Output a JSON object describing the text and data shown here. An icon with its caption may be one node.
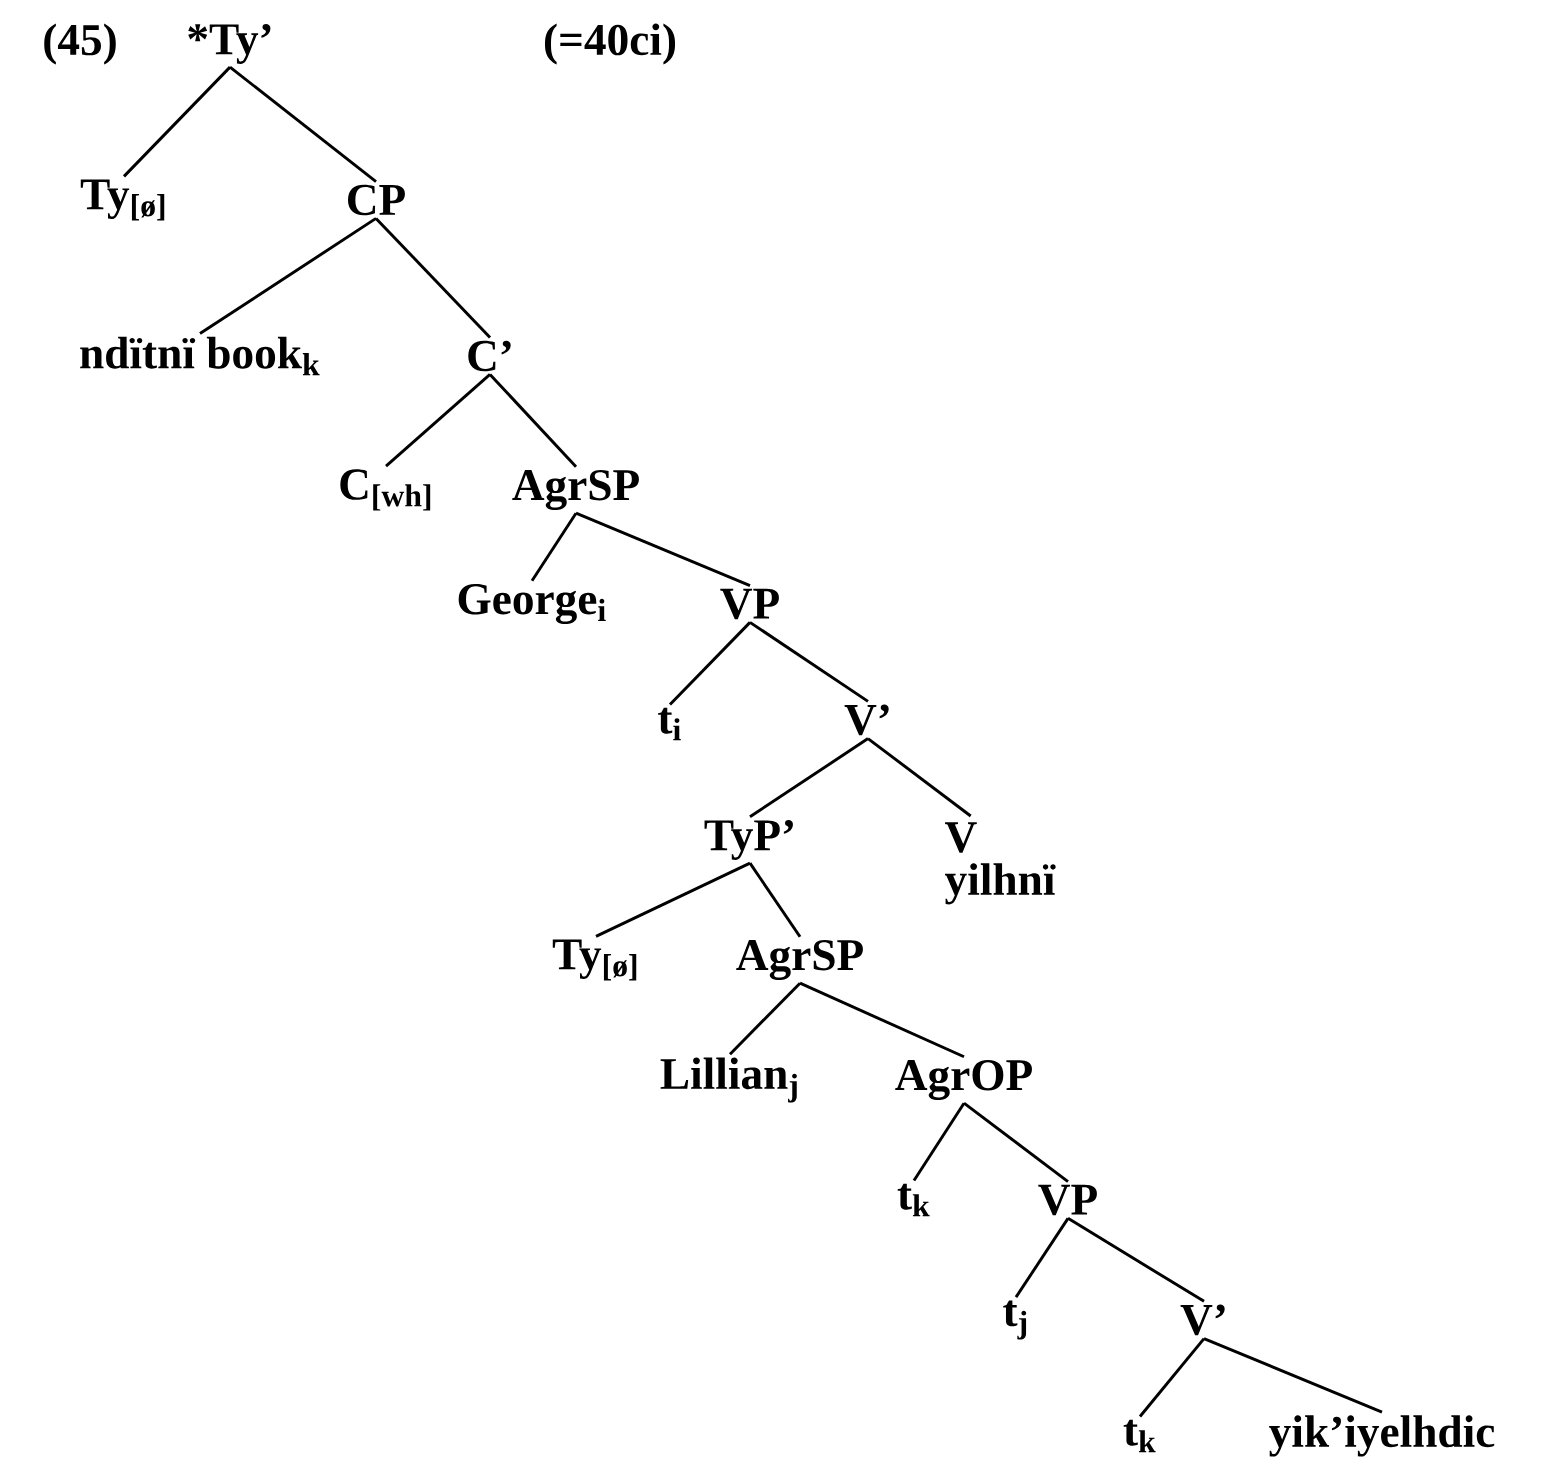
{
  "diagram": {
    "nodes": [
      {
        "text": [
          "*Ty’"
        ]
      },
      {
        "text": [
          "Ty$_{[ø]}$"
        ]
      },
      {
        "text": [
          "CP"
        ]
      },
      {
        "text": [
          "ndïtnï book$_{k}$"
        ]
      },
      {
        "text": [
          "C’"
        ]
      },
      {
        "text": [
          "C$_{[wh]}$"
        ]
      },
      {
        "text": [
          "AgrSP"
        ]
      },
      {
        "text": [
          "George$_{i}$"
        ]
      },
      {
        "text": [
          "VP"
        ]
      },
      {
        "text": [
          "t$_{i}$"
        ]
      },
      {
        "text": [
          "V’"
        ]
      },
      {
        "text": [
          "TyP’"
        ]
      },
      {
        "text": [
          "V",
          "yilhnï"
        ]
      },
      {
        "text": [
          "Ty$_{[ø]}$"
        ]
      },
      {
        "text": [
          "AgrSP"
        ]
      },
      {
        "text": [
          "Lillian$_{j}$"
        ]
      },
      {
        "text": [
          "AgrOP"
        ]
      },
      {
        "text": [
          "t$_{k}$"
        ]
      },
      {
        "text": [
          "VP"
        ]
      },
      {
        "text": [
          "t$_{j}$"
        ]
      },
      {
        "text": [
          "V’"
        ]
      },
      {
        "text": [
          "t$_{k}$"
        ]
      },
      {
        "text": [
          "yik’iyelhdic"
        ]
      }
    ],
    "edges": [
      {
        "from": 0,
        "to": 1,
        "arrow": "none"
      },
      {
        "from": 0,
        "to": 2,
        "arrow": "none"
      },
      {
        "from": 2,
        "to": 3,
        "arrow": "none"
      },
      {
        "from": 2,
        "to": 4,
        "arrow": "none"
      },
      {
        "from": 4,
        "to": 5,
        "arrow": "none"
      },
      {
        "from": 4,
        "to": 6,
        "arrow": "none"
      },
      {
        "from": 6,
        "to": 7,
        "arrow": "none"
      },
      {
        "from": 6,
        "to": 8,
        "arrow": "none"
      },
      {
        "from": 8,
        "to": 9,
        "arrow": "none"
      },
      {
        "from": 8,
        "to": 10,
        "arrow": "none"
      },
      {
        "from": 10,
        "to": 11,
        "arrow": "none"
      },
      {
        "from": 10,
        "to": 12,
        "arrow": "none"
      },
      {
        "from": 11,
        "to": 13,
        "arrow": "none"
      },
      {
        "from": 11,
        "to": 14,
        "arrow": "none"
      },
      {
        "from": 14,
        "to": 15,
        "arrow": "none"
      },
      {
        "from": 14,
        "to": 16,
        "arrow": "none"
      },
      {
        "from": 16,
        "to": 17,
        "arrow": "none"
      },
      {
        "from": 16,
        "to": 18,
        "arrow": "none"
      },
      {
        "from": 18,
        "to": 19,
        "arrow": "none"
      },
      {
        "from": 18,
        "to": 20,
        "arrow": "none"
      },
      {
        "from": 20,
        "to": 21,
        "arrow": "none"
      },
      {
        "from": 20,
        "to": 22,
        "arrow": "none"
      }
    ],
    "labels": [
      "(45)",
      "(=40ci)"
    ]
  }
}
